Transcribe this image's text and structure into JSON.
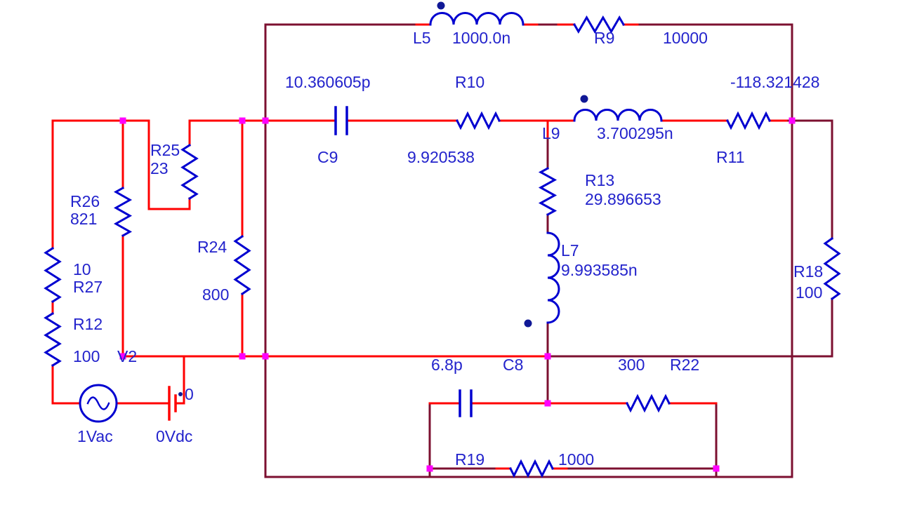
{
  "colors": {
    "background": "#ffffff",
    "wire_red": "#ff0000",
    "wire_maroon": "#7c1030",
    "component_blue": "#0000d0",
    "label_blue": "#2323cc",
    "junction_magenta": "#ff00ff",
    "inductor_dot_navy": "#101896"
  },
  "components": {
    "L5": {
      "ref": "L5",
      "value": "1000.0n"
    },
    "R9": {
      "ref": "R9",
      "value": "10000"
    },
    "C9": {
      "ref": "C9",
      "value": "10.360605p"
    },
    "R10": {
      "ref": "R10",
      "value": "9.920538"
    },
    "L9": {
      "ref": "L9",
      "value": "3.700295n"
    },
    "R11": {
      "ref": "R11",
      "value": "-118.321428"
    },
    "R25": {
      "ref": "R25",
      "value": "23"
    },
    "R26": {
      "ref": "R26",
      "value": "821"
    },
    "R24": {
      "ref": "R24",
      "value": "800"
    },
    "R27": {
      "ref": "R27",
      "value": "10"
    },
    "R12": {
      "ref": "R12",
      "value": "100"
    },
    "R13": {
      "ref": "R13",
      "value": "29.896653"
    },
    "L7": {
      "ref": "L7",
      "value": "9.993585n"
    },
    "R18": {
      "ref": "R18",
      "value": "100"
    },
    "C8": {
      "ref": "C8",
      "value": "6.8p"
    },
    "R22": {
      "ref": "R22",
      "value": "300"
    },
    "R19": {
      "ref": "R19",
      "value": "1000"
    },
    "V2": {
      "ref": "V2",
      "value_ac": "1Vac"
    },
    "VDC": {
      "value": "0Vdc",
      "cell": "0"
    }
  }
}
